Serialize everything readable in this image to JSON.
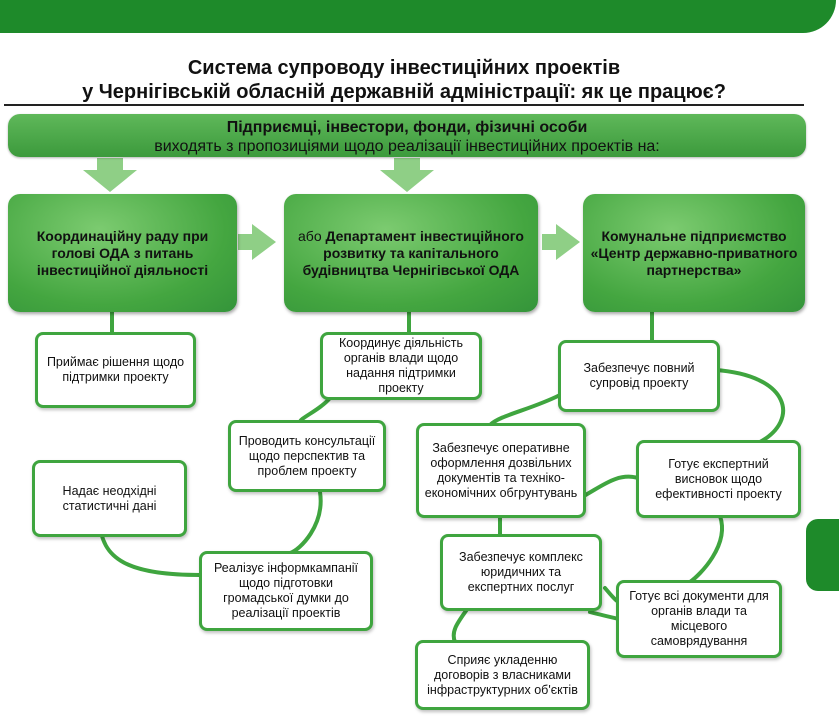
{
  "title": {
    "line1": "Система супроводу інвестиційних проектів",
    "line2": "у Чернігівській обласній державній адміністрації: як це працює?"
  },
  "banner": {
    "line1": "Підприємці, інвестори, фонди, фізичні особи",
    "line2": "виходять з пропозиціями щодо реалізації інвестиційних проектів на:"
  },
  "columns": [
    {
      "head": "Координаційну раду при голові ОДА з питань інвестиційної діяльності",
      "items": [
        "Приймає рішення щодо підтримки проекту",
        "Надає неодхідні статистичні дані"
      ]
    },
    {
      "head_prefix": "або",
      "head": "Департамент інвестиційного розвитку та капітального будівництва Чернігівської ОДА",
      "items": [
        "Координує діяльність органів влади щодо надання підтримки проекту",
        "Проводить консультації щодо перспектив та проблем проекту",
        "Реалізує інформкампанії щодо підготовки громадської думки до реалізації проектів"
      ]
    },
    {
      "head": "Комунальне підприємство «Центр державно-приватного партнерства»",
      "items": [
        "Забезпечує повний супровід проекту",
        "Забезпечує оперативне оформлення дозвільних документів та техніко-економічних обгрунтувань",
        "Готує експертний висновок щодо ефективності проекту",
        "Забезпечує комплекс юридичних та експертних послуг",
        "Готує всі документи для органів влади та місцевого самоврядування",
        "Сприяє укладенню договорів з власниками інфраструктурних об'єктів"
      ]
    }
  ],
  "colors": {
    "green": "#3fa53f",
    "dark_green": "#1e8a2a",
    "arrow": "#8fcf86"
  }
}
